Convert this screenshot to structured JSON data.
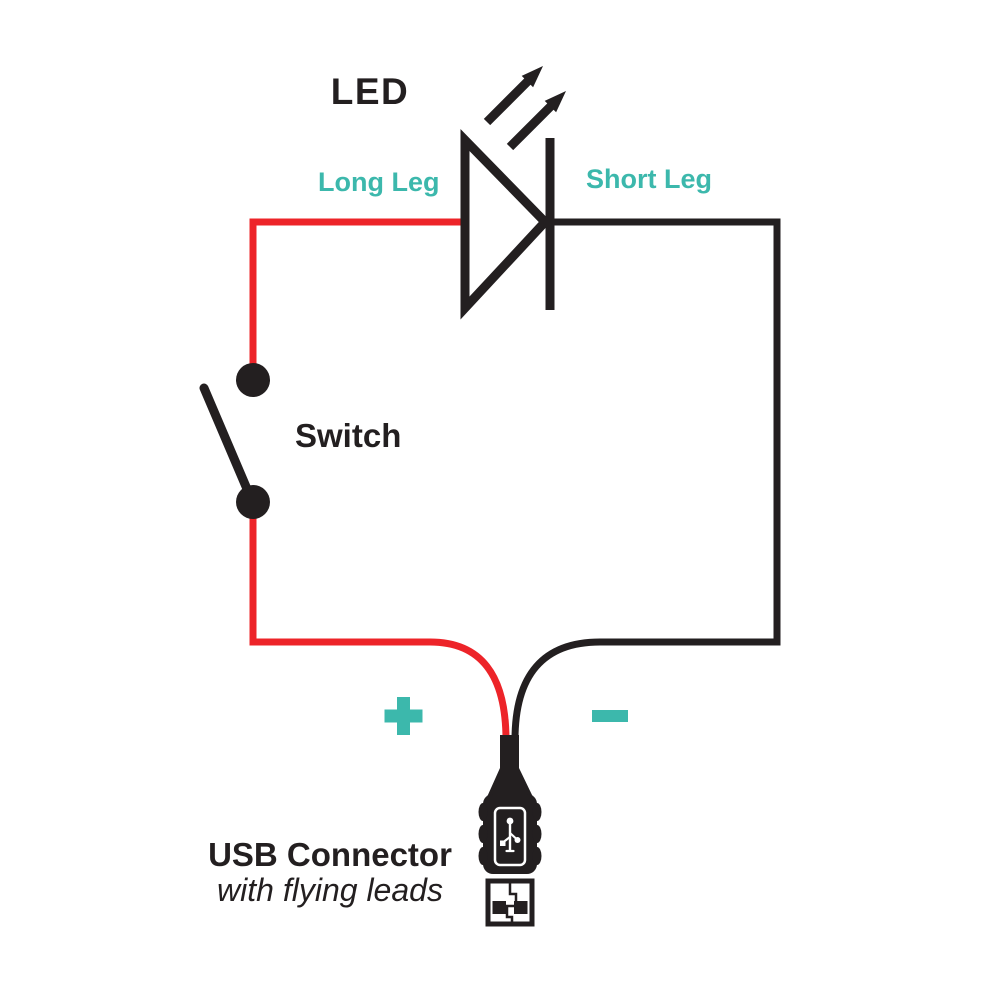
{
  "colors": {
    "red": "#ED2429",
    "teal": "#3CB8AC",
    "ink": "#231F20",
    "background": "#FFFFFF"
  },
  "diagram": {
    "labels": {
      "led": "LED",
      "long_leg": "Long Leg",
      "short_leg": "Short Leg",
      "switch": "Switch",
      "plus": "+",
      "minus": "−",
      "usb_title": "USB Connector",
      "usb_subtitle": "with flying leads"
    },
    "symbols": {
      "led_symbol": "led-diode-with-light-arrows",
      "switch_symbol": "spst-lever-switch",
      "usb_symbol": "usb-a-plug-with-trident-logo",
      "positive_wire_color": "red",
      "negative_wire_color": "black"
    }
  }
}
